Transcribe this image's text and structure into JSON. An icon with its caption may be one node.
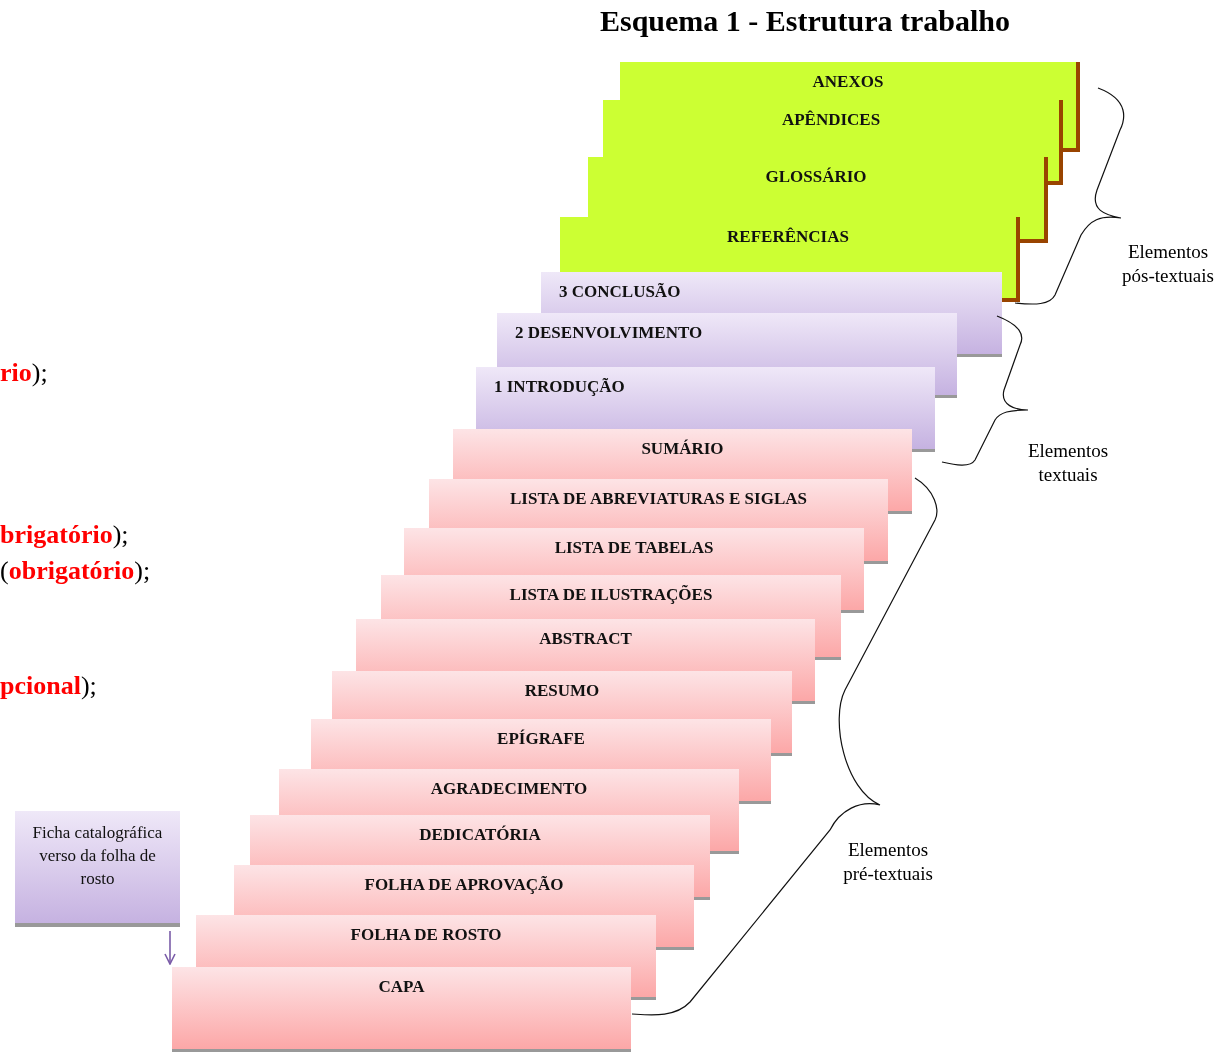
{
  "diagram": {
    "title": "Esquema 1 - Estrutura trabalho",
    "nodes": [
      {
        "text": [
          "ANEXOS"
        ]
      },
      {
        "text": [
          "APÊNDICES"
        ]
      },
      {
        "text": [
          "GLOSSÁRIO"
        ]
      },
      {
        "text": [
          "REFERÊNCIAS"
        ]
      },
      {
        "text": [
          "3 CONCLUSÃO"
        ]
      },
      {
        "text": [
          "2 DESENVOLVIMENTO"
        ]
      },
      {
        "text": [
          "1 INTRODUÇÃO"
        ]
      },
      {
        "text": [
          "SUMÁRIO"
        ]
      },
      {
        "text": [
          "LISTA DE ABREVIATURAS E SIGLAS"
        ]
      },
      {
        "text": [
          "LISTA DE TABELAS"
        ]
      },
      {
        "text": [
          "LISTA DE ILUSTRAÇÕES"
        ]
      },
      {
        "text": [
          "ABSTRACT"
        ]
      },
      {
        "text": [
          "RESUMO"
        ]
      },
      {
        "text": [
          "EPÍGRAFE"
        ]
      },
      {
        "text": [
          "AGRADECIMENTO"
        ]
      },
      {
        "text": [
          "DEDICATÓRIA"
        ]
      },
      {
        "text": [
          "FOLHA DE APROVAÇÃO"
        ]
      },
      {
        "text": [
          "FOLHA DE ROSTO"
        ]
      },
      {
        "text": [
          "CAPA"
        ]
      },
      {
        "text": [
          "Ficha catalográfica verso da folha de rosto"
        ]
      }
    ],
    "edges": [
      {
        "from": 19,
        "to": 18,
        "arrow": "to"
      }
    ],
    "labels": [
      "**rio**);",
      "Elementos pós-textuais",
      "Elementos textuais",
      "**brigatório**);",
      "(**obrigatório**);",
      "**pcional**);",
      "Elementos pré-textuais"
    ]
  }
}
